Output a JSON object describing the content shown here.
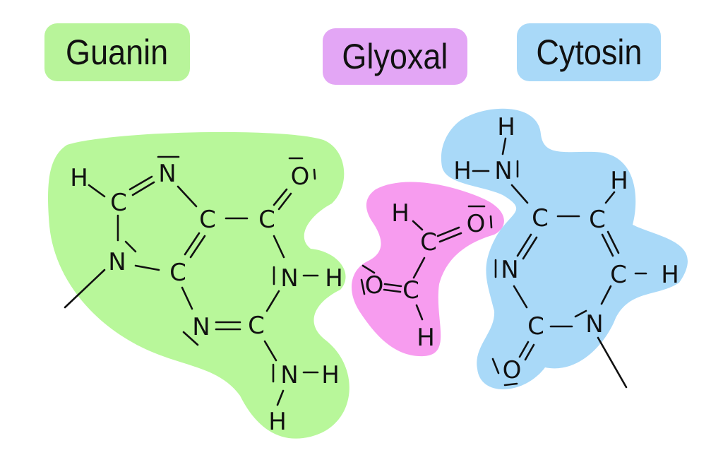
{
  "labels": {
    "guanin": "Guanin",
    "glyoxal": "Glyoxal",
    "cytosin": "Cytosin"
  },
  "colors": {
    "guanin_bg": "#b8f79a",
    "glyoxal_bg": "#f79cef",
    "glyoxal_label_bg": "#e3a6f5",
    "cytosin_bg": "#a9d9f8"
  },
  "molecules": {
    "guanin": {
      "atoms": [
        "H",
        "C",
        "N",
        "C",
        "C",
        "O",
        "N",
        "C",
        "N",
        "H",
        "N",
        "C",
        "N",
        "H",
        "H"
      ]
    },
    "glyoxal": {
      "atoms": [
        "H",
        "C",
        "O",
        "O",
        "C",
        "H"
      ]
    },
    "cytosin": {
      "atoms": [
        "H",
        "N",
        "H",
        "C",
        "C",
        "H",
        "N",
        "C",
        "H",
        "C",
        "N",
        "O"
      ]
    }
  }
}
